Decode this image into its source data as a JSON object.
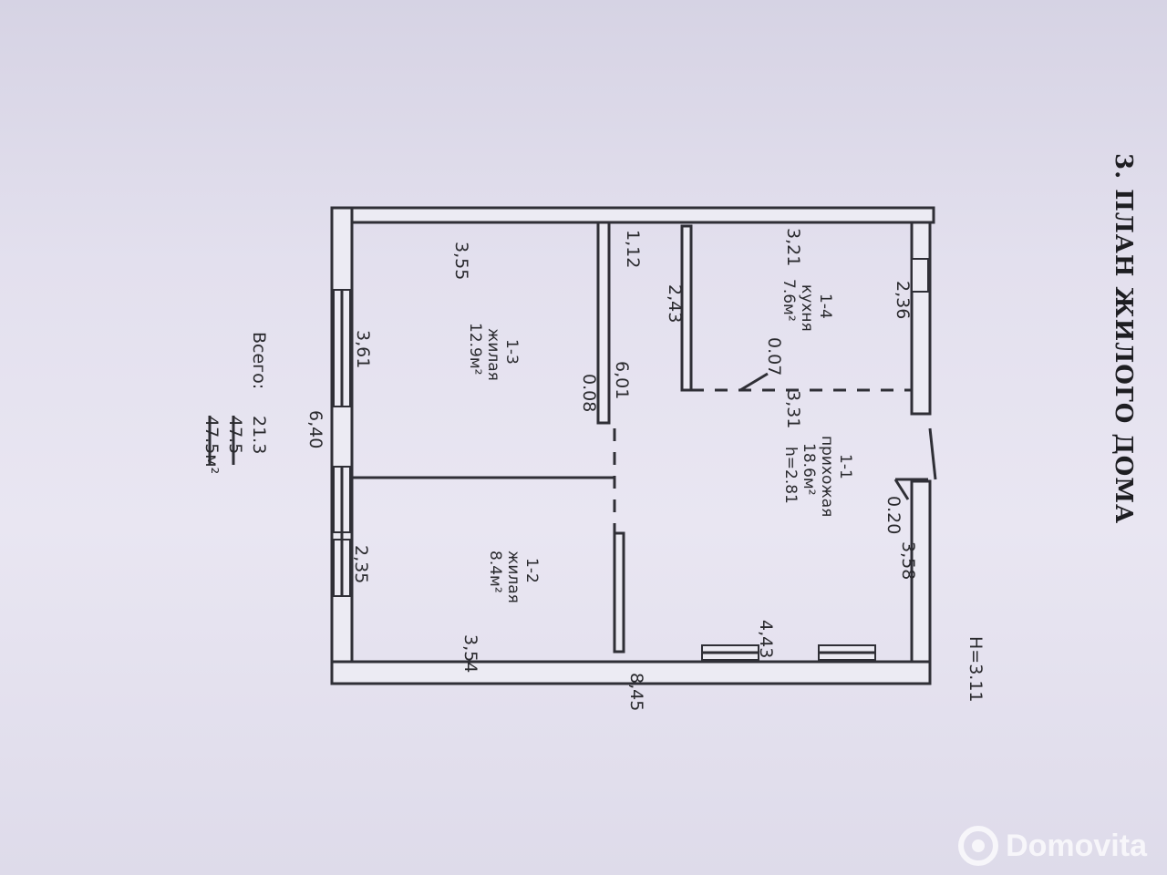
{
  "title": "3. ПЛАН ЖИЛОГО ДОМА",
  "rooms": [
    {
      "id": "1-1",
      "name": "прихожая",
      "area": "18.6м²",
      "height": "h=2.81"
    },
    {
      "id": "1-2",
      "name": "жилая",
      "area": "8.4м²"
    },
    {
      "id": "1-3",
      "name": "жилая",
      "area": "12.9м²"
    },
    {
      "id": "1-4",
      "name": "кухня",
      "area": "7.6м²"
    }
  ],
  "dimensions": {
    "overall_length": "8,45",
    "overall_width": "6,40",
    "outer_height": "H=3.11",
    "kitchen_width": "3,21",
    "kitchen_depth": "2,36",
    "kitchen_inner": "2,43",
    "kitchen_gap": "0.07",
    "hall_width": "3,31",
    "hall_depth": "3,58",
    "hall_offset": "0.20",
    "hall_window_wall": "4,43",
    "room12_width": "3,54",
    "room12_depth": "2,35",
    "room13_width": "3,55",
    "room13_depth": "3,61",
    "corridor_width": "1,12",
    "corridor_length": "6,01",
    "partition": "0.08"
  },
  "totals": {
    "label": "Всего:",
    "v1": "21.3",
    "v2": "47.5",
    "v3": "47.5м²"
  },
  "watermark": "Domovita"
}
